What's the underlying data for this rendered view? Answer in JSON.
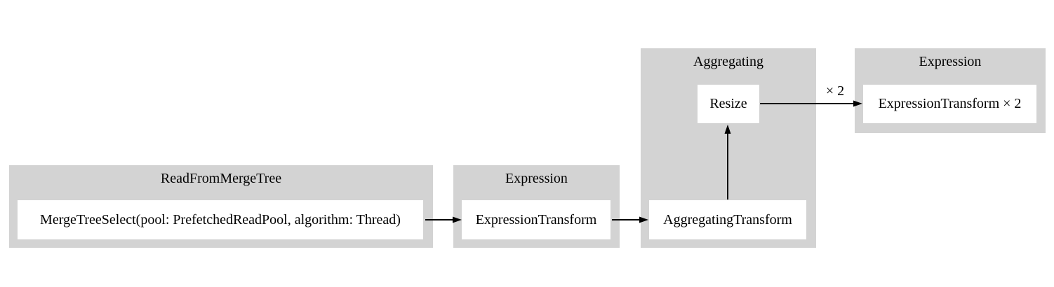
{
  "diagram": {
    "colors": {
      "cluster_fill": "#d3d3d3",
      "node_fill": "#ffffff",
      "edge_color": "#000000",
      "text_color": "#000000",
      "background": "#ffffff"
    },
    "clusters": [
      {
        "title": "ReadFromMergeTree",
        "nodes": [
          {
            "label": "MergeTreeSelect(pool: PrefetchedReadPool, algorithm: Thread)"
          }
        ]
      },
      {
        "title": "Expression",
        "nodes": [
          {
            "label": "ExpressionTransform"
          }
        ]
      },
      {
        "title": "Aggregating",
        "nodes": [
          {
            "label": "AggregatingTransform"
          },
          {
            "label": "Resize"
          }
        ]
      },
      {
        "title": "Expression",
        "nodes": [
          {
            "label": "ExpressionTransform × 2"
          }
        ]
      }
    ],
    "edges": [
      {
        "from": "MergeTreeSelect(pool: PrefetchedReadPool, algorithm: Thread)",
        "to": "ExpressionTransform",
        "label": ""
      },
      {
        "from": "ExpressionTransform",
        "to": "AggregatingTransform",
        "label": ""
      },
      {
        "from": "AggregatingTransform",
        "to": "Resize",
        "label": ""
      },
      {
        "from": "Resize",
        "to": "ExpressionTransform × 2",
        "label": "× 2"
      }
    ]
  }
}
